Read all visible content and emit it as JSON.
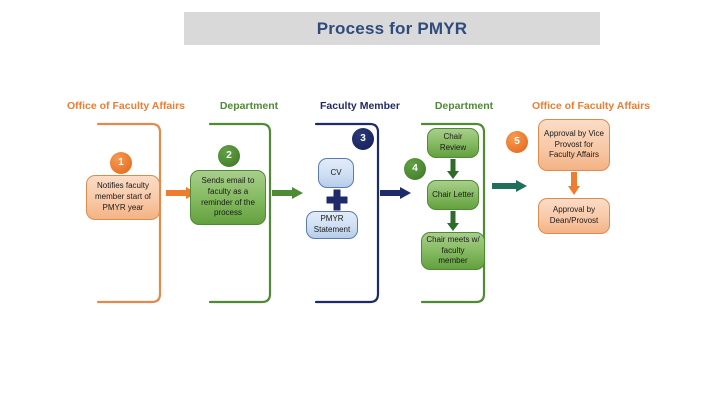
{
  "title": {
    "text": "Process for PMYR"
  },
  "colors": {
    "title_text": "#2e4b7c",
    "title_band": "#d9d9d9",
    "orange": "#ed7d31",
    "green": "#4e8b34",
    "navy": "#1f2a68",
    "teal_arrow": "#1f6f5c"
  },
  "columns": [
    {
      "label": "Office of Faculty Affairs",
      "color": "#ed7d31"
    },
    {
      "label": "Department",
      "color": "#4e8b34"
    },
    {
      "label": "Faculty Member",
      "color": "#1f2a68"
    },
    {
      "label": "Department",
      "color": "#4e8b34"
    },
    {
      "label": "Office of Faculty Affairs",
      "color": "#ed7d31"
    }
  ],
  "steps": [
    {
      "number": "1",
      "owner": "Office of Faculty Affairs",
      "nodes": [
        {
          "text": "Notifies faculty member start of PMYR year",
          "style": "peach"
        }
      ]
    },
    {
      "number": "2",
      "owner": "Department",
      "nodes": [
        {
          "text": "Sends email to faculty as a reminder of the process",
          "style": "green"
        }
      ]
    },
    {
      "number": "3",
      "owner": "Faculty Member",
      "nodes": [
        {
          "text": "CV",
          "style": "blue"
        },
        {
          "text": "PMYR Statement",
          "style": "blue"
        }
      ],
      "joiner": "plus"
    },
    {
      "number": "4",
      "owner": "Department",
      "nodes": [
        {
          "text": "Chair Review",
          "style": "green"
        },
        {
          "text": "Chair Letter",
          "style": "green"
        },
        {
          "text": "Chair meets w/ faculty member",
          "style": "green"
        }
      ],
      "joiner": "down-arrow"
    },
    {
      "number": "5",
      "owner": "Office of Faculty Affairs",
      "nodes": [
        {
          "text": "Approval by Vice Provost for Faculty Affairs",
          "style": "peach"
        },
        {
          "text": "Approval by Dean/Provost",
          "style": "peach"
        }
      ],
      "joiner": "down-arrow"
    }
  ],
  "connectors": [
    {
      "from": "1",
      "to": "2",
      "color": "#ed7d31"
    },
    {
      "from": "2",
      "to": "3",
      "color": "#4e8b34"
    },
    {
      "from": "3",
      "to": "4",
      "color": "#1f2a68"
    },
    {
      "from": "4",
      "to": "5",
      "color": "#1f6f5c"
    }
  ]
}
